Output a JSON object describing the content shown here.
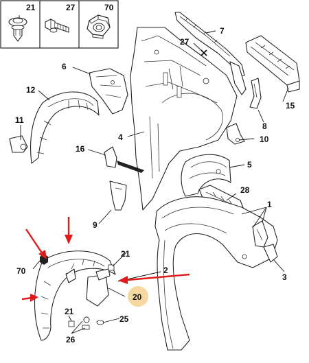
{
  "header_fasteners": [
    {
      "label": "21",
      "icon": "push-clip-icon"
    },
    {
      "label": "27",
      "icon": "screw-icon"
    },
    {
      "label": "70",
      "icon": "nut-icon"
    }
  ],
  "callouts": {
    "c7": "7",
    "c27": "27",
    "c6": "6",
    "c12": "12",
    "c15": "15",
    "c4": "4",
    "c11": "11",
    "c8": "8",
    "c10": "10",
    "c16": "16",
    "c5": "5",
    "c28": "28",
    "c9": "9",
    "c1": "1",
    "c70": "70",
    "c21a": "21",
    "c2": "2",
    "c3": "3",
    "c20": "20",
    "c21b": "21",
    "c25": "25",
    "c26": "26"
  },
  "highlight_color": "#f5d9a0",
  "arrow_color": "#e01a1a"
}
